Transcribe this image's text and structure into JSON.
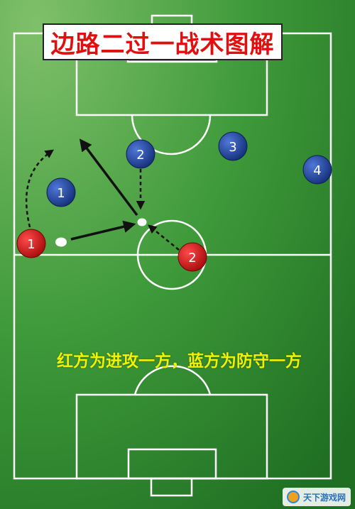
{
  "title": "边路二过一战术图解",
  "caption": "红方为进攻一方，蓝方为防守一方",
  "watermark": "天下游戏网",
  "colors": {
    "pitch_light": "#7fc06a",
    "pitch_dark": "#237a26",
    "line": "#ffffff",
    "red_team": "#d21414",
    "blue_team": "#1e3f9c",
    "arrow": "#111111",
    "caption": "#f2f200",
    "title_text": "#e01010"
  },
  "players": {
    "blue": [
      "1",
      "2",
      "3",
      "4"
    ],
    "red": [
      "1",
      "2"
    ]
  },
  "ball_count": 2
}
